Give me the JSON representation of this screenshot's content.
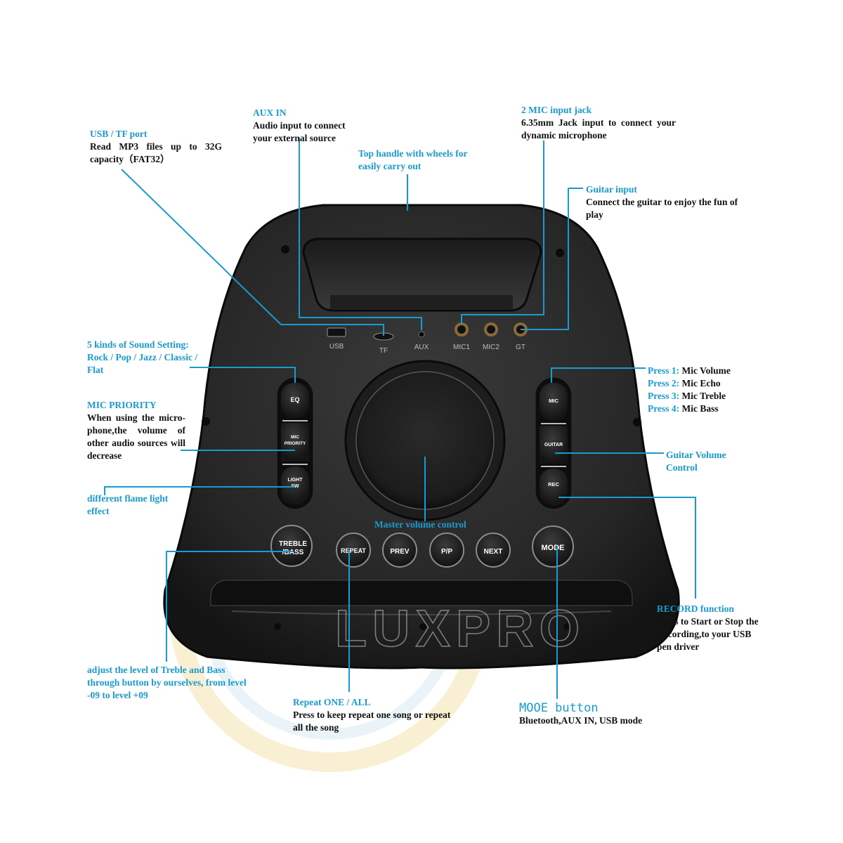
{
  "colors": {
    "accent": "#1a9bd0",
    "body": "#2a2a2a",
    "body_dark": "#151515",
    "text": "#111111"
  },
  "watermark": "LUXPRO",
  "device": {
    "ports": {
      "usb": "USB",
      "tf": "TF",
      "aux": "AUX",
      "mic1": "MIC1",
      "mic2": "MIC2",
      "gt": "GT"
    },
    "left_buttons": {
      "eq": "EQ",
      "mic_priority_1": "MIC",
      "mic_priority_2": "PRIORITY",
      "light_1": "LIGHT",
      "light_2": "SW"
    },
    "right_buttons": {
      "mic": "MIC",
      "guitar": "GUITAR",
      "rec": "REC"
    },
    "bottom_buttons": {
      "treble_1": "TREBLE",
      "treble_2": "/BASS",
      "repeat": "REPEAT",
      "prev": "PREV",
      "pp": "P/P",
      "next": "NEXT",
      "mode": "MODE"
    }
  },
  "annotations": {
    "aux_in": {
      "title": "AUX IN",
      "desc": "Audio input to connect your external source"
    },
    "usb_tf": {
      "title": "USB / TF port",
      "desc": "Read MP3 files up to 32G capacity（FAT32）"
    },
    "handle": {
      "title": "Top handle with wheels for easily carry out"
    },
    "mic_jack": {
      "title": "2 MIC input jack",
      "desc": "6.35mm Jack input to connect your dynamic microphone"
    },
    "guitar_input": {
      "title": "Guitar input",
      "desc": "Connect the guitar to enjoy the fun of play"
    },
    "sound_setting": {
      "title": "5 kinds of Sound Setting: Rock / Pop / Jazz / Classic / Flat"
    },
    "mic_priority": {
      "title": "MIC PRIORITY",
      "desc": "When using the micro-phone,the volume of other audio sources will decrease"
    },
    "press_list": [
      {
        "key": "Press 1:",
        "value": "Mic Volume"
      },
      {
        "key": "Press 2:",
        "value": "Mic Echo"
      },
      {
        "key": "Press 3:",
        "value": "Mic Treble"
      },
      {
        "key": "Press 4:",
        "value": "Mic Bass"
      }
    ],
    "guitar_volume": {
      "title": "Guitar Volume Control"
    },
    "flame_light": {
      "title": "different flame light effect"
    },
    "master_volume": {
      "title": "Master volume control"
    },
    "record": {
      "title": "RECORD function",
      "desc": "Press to Start or Stop the Recording,to your USB pen driver"
    },
    "treble_bass": {
      "title": "adjust the level of Treble and Bass through button by ourselves, from level -09 to level +09"
    },
    "repeat": {
      "title": "Repeat ONE / ALL",
      "desc": "Press to keep repeat one song or repeat all the song"
    },
    "mode": {
      "title": "MOOE button",
      "desc": "Bluetooth,AUX IN, USB mode"
    }
  }
}
